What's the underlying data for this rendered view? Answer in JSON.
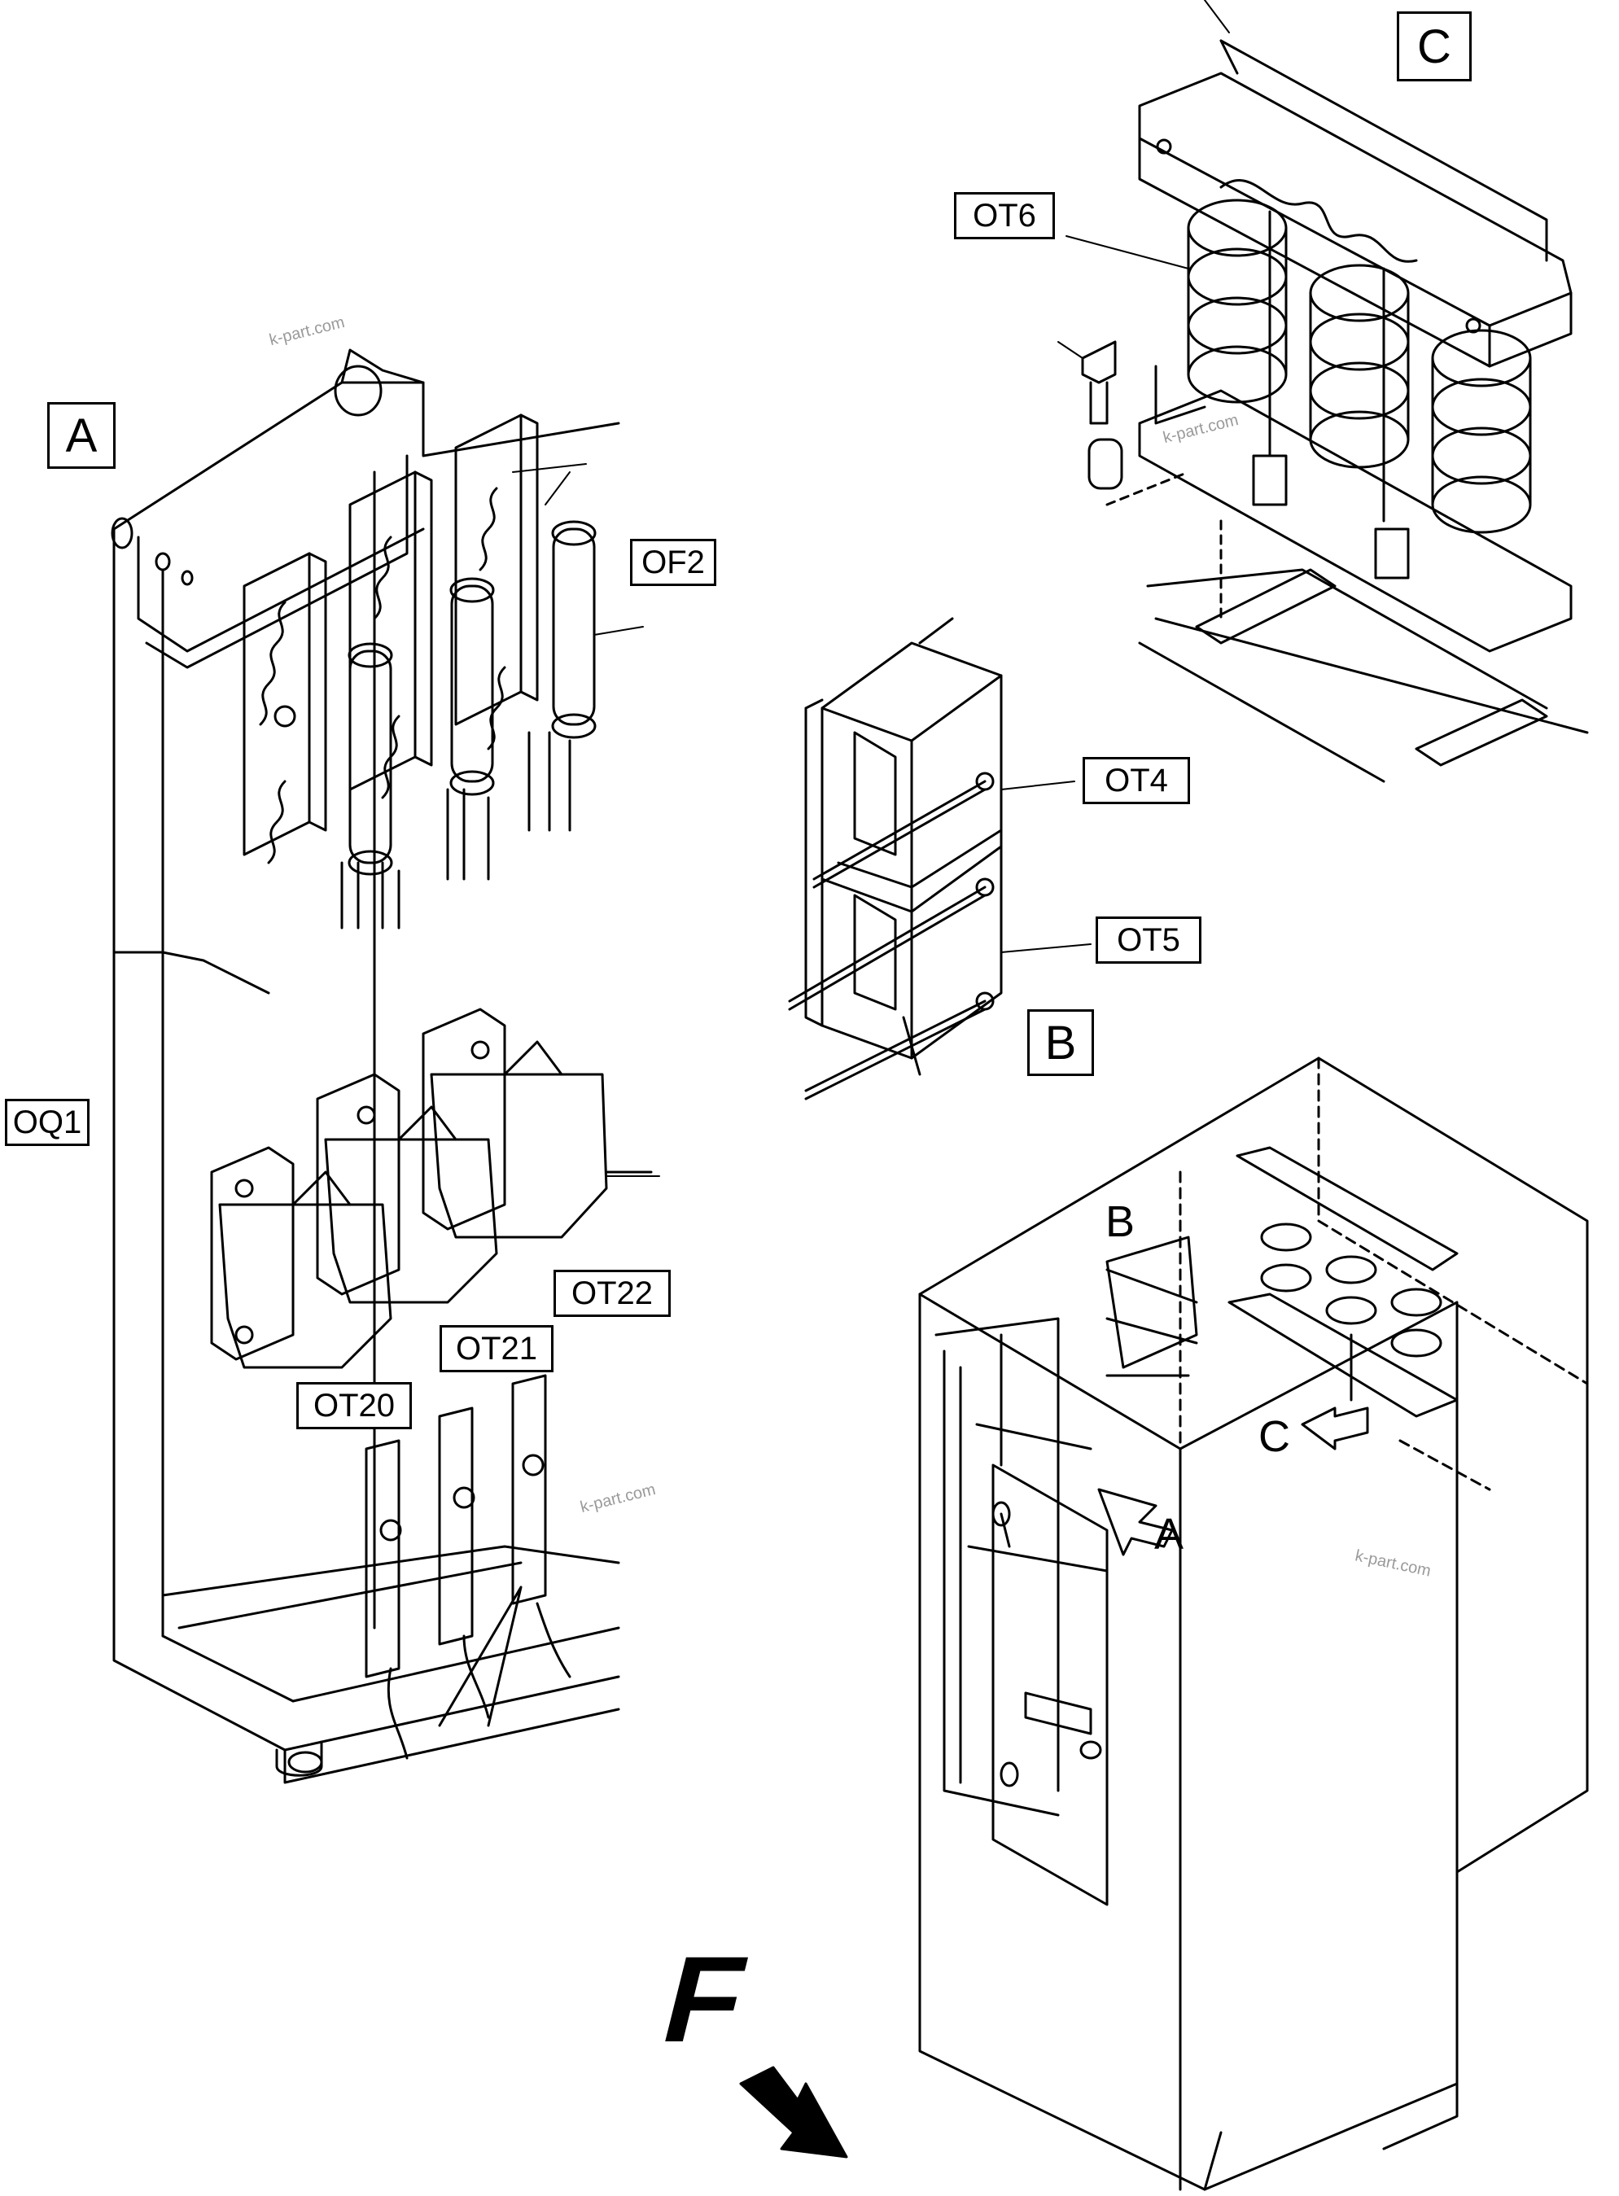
{
  "callouts": {
    "c": "C",
    "ot6": "OT6",
    "a": "A",
    "of2": "OF2",
    "ot4": "OT4",
    "ot5": "OT5",
    "b": "B",
    "oq1": "OQ1",
    "ot22": "OT22",
    "ot21": "OT21",
    "ot20": "OT20"
  },
  "cabinet_letters": {
    "b": "B",
    "c": "C",
    "a": "A"
  },
  "watermarks": [
    "k-part.com",
    "k-part.com",
    "k-part.com",
    "k-part.com"
  ],
  "direction_mark": "F",
  "colors": {
    "line": "#000000",
    "watermark": "#9a9a9a",
    "background": "#ffffff"
  }
}
